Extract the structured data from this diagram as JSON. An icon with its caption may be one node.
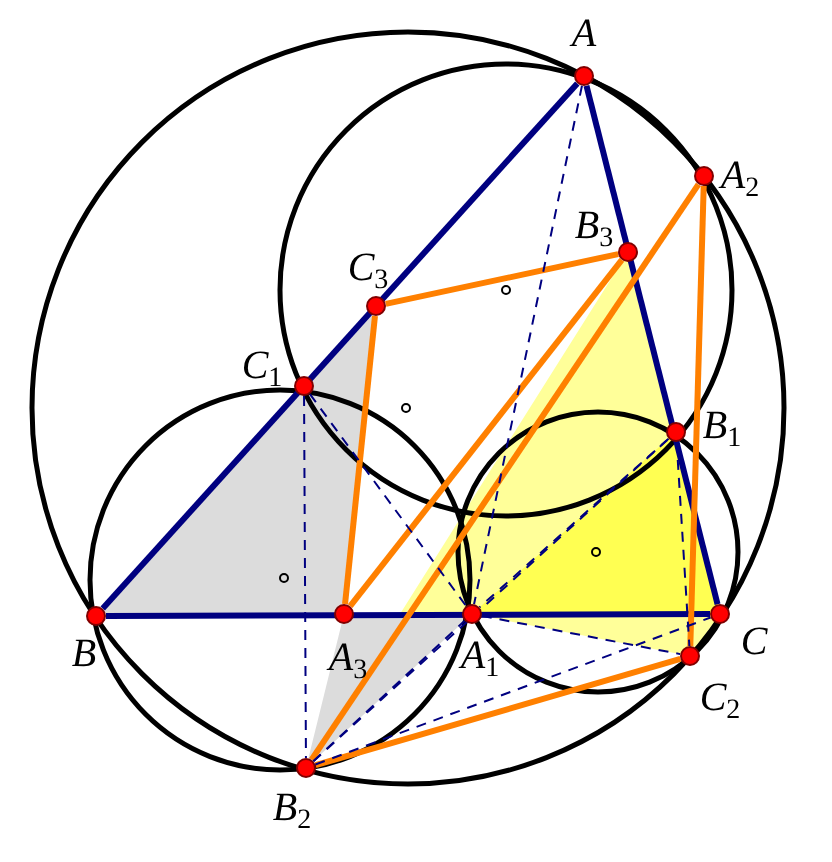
{
  "diagram": {
    "nodes": [
      {
        "text": [],
        "shape": "circle",
        "beside": [
          "A"
        ]
      },
      {
        "text": [],
        "shape": "circle",
        "beside": [
          "A$_{2}$"
        ]
      },
      {
        "text": [],
        "shape": "circle",
        "beside": [
          "B$_{3}$"
        ]
      },
      {
        "text": [],
        "shape": "circle",
        "beside": [
          "C$_{3}$"
        ]
      },
      {
        "text": [],
        "shape": "circle",
        "beside": [
          "C$_{1}$"
        ]
      },
      {
        "text": [],
        "shape": "circle",
        "beside": [
          "B$_{1}$"
        ]
      },
      {
        "text": [],
        "shape": "circle",
        "beside": [
          "B"
        ]
      },
      {
        "text": [],
        "shape": "circle",
        "beside": [
          "A$_{3}$"
        ]
      },
      {
        "text": [],
        "shape": "circle",
        "beside": [
          "A$_{1}$"
        ]
      },
      {
        "text": [],
        "shape": "circle",
        "beside": [
          "C"
        ]
      },
      {
        "text": [],
        "shape": "circle",
        "beside": [
          "C$_{2}$"
        ]
      },
      {
        "text": [],
        "shape": "circle",
        "beside": [
          "B$_{2}$"
        ]
      }
    ],
    "edges": [
      {
        "from": 0,
        "to": 6,
        "arrow": "none",
        "style": "thick"
      },
      {
        "from": 6,
        "to": 9,
        "arrow": "none",
        "style": "thick"
      },
      {
        "from": 9,
        "to": 0,
        "arrow": "none",
        "style": "thick"
      },
      {
        "from": 3,
        "to": 2,
        "arrow": "none",
        "style": "thick",
        "color": "#ff8000"
      },
      {
        "from": 3,
        "to": 7,
        "arrow": "none",
        "style": "thick",
        "color": "#ff8000"
      },
      {
        "from": 7,
        "to": 2,
        "arrow": "none",
        "style": "thick",
        "color": "#ff8000"
      },
      {
        "from": 1,
        "to": 11,
        "arrow": "none",
        "style": "thick",
        "color": "#ff8000"
      },
      {
        "from": 1,
        "to": 10,
        "arrow": "none",
        "style": "thick",
        "color": "#ff8000"
      },
      {
        "from": 10,
        "to": 11,
        "arrow": "none",
        "style": "thick",
        "color": "#ff8000"
      },
      {
        "from": 0,
        "to": 8,
        "arrow": "none",
        "style": "dashed"
      },
      {
        "from": 4,
        "to": 11,
        "arrow": "none",
        "style": "dashed"
      },
      {
        "from": 4,
        "to": 8,
        "arrow": "none",
        "style": "dashed"
      },
      {
        "from": 5,
        "to": 8,
        "arrow": "none",
        "style": "dashed"
      },
      {
        "from": 8,
        "to": 10,
        "arrow": "none",
        "style": "dashed"
      },
      {
        "from": 5,
        "to": 10,
        "arrow": "none",
        "style": "dashed"
      },
      {
        "from": 11,
        "to": 5,
        "arrow": "none",
        "style": "dashed"
      },
      {
        "from": 11,
        "to": 9,
        "arrow": "none",
        "style": "dashed"
      },
      {
        "from": 11,
        "to": 8,
        "arrow": "none",
        "style": "dashed"
      }
    ]
  }
}
